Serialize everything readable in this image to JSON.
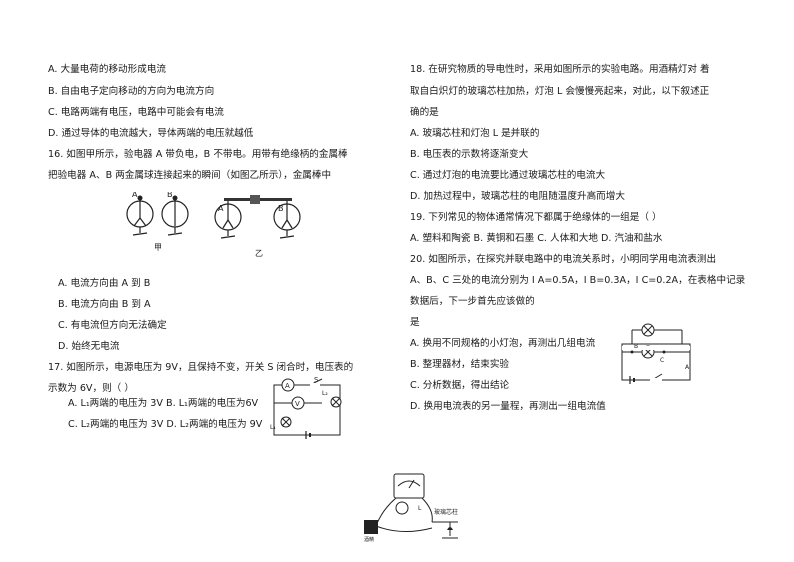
{
  "left": {
    "q15_options": [
      "A.  大量电荷的移动形成电流",
      "B.  自由电子定向移动的方向为电流方向",
      "C.  电路两端有电压，电路中可能会有电流",
      "D.  通过导体的电流越大，导体两端的电压就越低"
    ],
    "q16": {
      "stem_1": "16.  如图甲所示，验电器 A 带负电，B 不带电。用带有绝缘柄的金属棒",
      "stem_2": "把验电器 A、B 两金属球连接起来的瞬间（如图乙所示），金属棒中",
      "fig_labels": {
        "a1": "A",
        "b1": "B",
        "jia": "甲",
        "a2": "A",
        "b2": "B",
        "yi": "乙"
      },
      "options": [
        "A.  电流方向由 A 到 B",
        "B.  电流方向由 B 到 A",
        "C.  有电流但方向无法确定",
        "D.  始终无电流"
      ]
    },
    "q17": {
      "stem_1": "17.  如图所示，电源电压为 9V，且保持不变，开关 S 闭合时，电压表的",
      "stem_2": "示数为 6V，则（   ）",
      "options_row1": "A.  L₁两端的电压为 3V   B.  L₁两端的电压为6V",
      "options_row2": "C.  L₂两端的电压为 3V   D.  L₂两端的电压为 9V",
      "fig_labels": {
        "ammeter": "A",
        "voltmeter": "V",
        "switch": "S",
        "l1": "L₁",
        "l2": "L₂"
      }
    }
  },
  "right": {
    "q18": {
      "stem_1": "18.  在研究物质的导电性时，采用如图所示的实验电路。用酒精灯对 着",
      "stem_2": "取自白炽灯的玻璃芯柱加热，灯泡 L 会慢慢亮起来，对此，以下叙述正",
      "stem_3": "确的是",
      "options": [
        "A.  玻璃芯柱和灯泡 L 是并联的",
        "B.  电压表的示数将逐渐变大",
        "C.  通过灯泡的电流要比通过玻璃芯柱的电流大",
        "D.  加热过程中，玻璃芯柱的电阻随温度升高而增大"
      ]
    },
    "q19": {
      "stem": "19.  下列常见的物体通常情况下都属于绝缘体的一组是（      ）",
      "options": "A. 塑料和陶瓷 B. 黄铜和石墨 C. 人体和大地 D. 汽油和盐水"
    },
    "q20": {
      "stem_1": "20.  如图所示，在探究并联电路中的电流关系时，小明同学用电流表测出",
      "stem_2": "A、B、C 三处的电流分别为 I A=0.5A，I B=0.3A，I C=0.2A，在表格中记录",
      "stem_3": "数据后，下一步首先应该做的",
      "stem_4": "是",
      "options": [
        "A.  换用不同规格的小灯泡，再测出几组电流",
        "B.  整理器材，结束实验",
        "C.  分析数据，得出结论",
        "D.  换用电流表的另一量程，再测出一组电流值"
      ],
      "fig_labels": {
        "a": "A",
        "b": "B",
        "c": "C"
      }
    }
  },
  "bottom_figure": {
    "glass_label": "玻璃芯柱",
    "lamp_label": "L",
    "burner_label": "酒精"
  }
}
